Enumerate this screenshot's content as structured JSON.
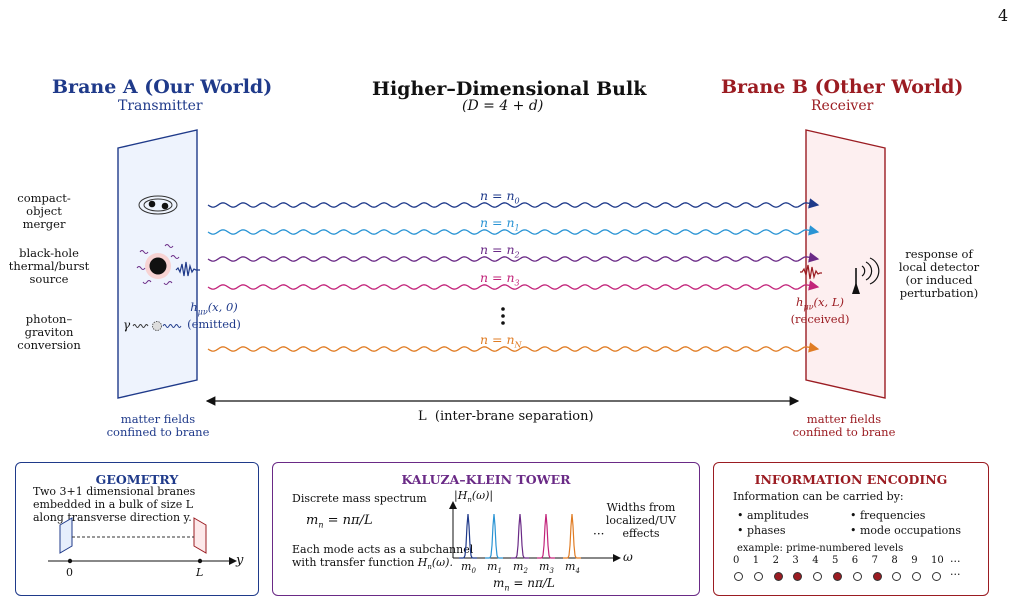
{
  "page_number": "4",
  "brane_a": {
    "title": "Brane A (Our World)",
    "subtitle": "Transmitter",
    "caption_line1": "matter fields",
    "caption_line2": "confined to brane"
  },
  "bulk": {
    "title": "Higher–Dimensional Bulk",
    "subtitle": "(D = 4 + d)",
    "separation": "L  (inter-brane separation)"
  },
  "brane_b": {
    "title": "Brane B (Other World)",
    "subtitle": "Receiver",
    "caption_line1": "matter fields",
    "caption_line2": "confined to brane"
  },
  "sources": {
    "merger": [
      "compact-object",
      "merger"
    ],
    "blackhole": [
      "black-hole",
      "thermal/burst",
      "source"
    ],
    "conversion": [
      "photon–graviton",
      "conversion"
    ],
    "gamma": "γ"
  },
  "emitted": {
    "symbol": "h",
    "sub": "μν",
    "arg": "(x, 0)",
    "note": "(emitted)"
  },
  "received": {
    "symbol": "h",
    "sub": "μν",
    "arg": "(x, L)",
    "note": "(received)"
  },
  "detector": [
    "response of",
    "local detector",
    "(or induced",
    "perturbation)"
  ],
  "modes": [
    {
      "label": "n = n",
      "sub": "0",
      "color": "#1f3a8a"
    },
    {
      "label": "n = n",
      "sub": "1",
      "color": "#2a94d4"
    },
    {
      "label": "n = n",
      "sub": "2",
      "color": "#6a2a86"
    },
    {
      "label": "n = n",
      "sub": "3",
      "color": "#c2247a"
    },
    {
      "label": "n = n",
      "sub": "N",
      "color": "#e07c24"
    }
  ],
  "geometry": {
    "title": "GEOMETRY",
    "text": [
      "Two 3+1 dimensional branes",
      "embedded in a bulk of size L",
      "along transverse direction y."
    ],
    "axis_y": "y",
    "tick_0": "0",
    "tick_L": "L"
  },
  "kk": {
    "title": "KALUZA–KLEIN TOWER",
    "spectrum_label": "Discrete mass spectrum",
    "formula": "mn = nπ/L",
    "subchannel": [
      "Each mode acts as a subchannel",
      "with transfer function Hn(ω)."
    ],
    "plot_ylabel": "|Hn(ω)|",
    "plot_xlabel": "ω",
    "peaks": [
      "m0",
      "m1",
      "m2",
      "m3",
      "m4"
    ],
    "ellipsis": "···",
    "widths": [
      "Widths from",
      "localized/UV effects"
    ],
    "bottom_formula": "mn = nπ/L"
  },
  "info": {
    "title": "INFORMATION ENCODING",
    "intro": "Information can be carried by:",
    "bullets": [
      "• amplitudes",
      "• frequencies",
      "• phases",
      "• mode occupations"
    ],
    "example": "example: prime-numbered levels",
    "levels": [
      "0",
      "1",
      "2",
      "3",
      "4",
      "5",
      "6",
      "7",
      "8",
      "9",
      "10"
    ],
    "filled": [
      false,
      false,
      true,
      true,
      false,
      true,
      false,
      true,
      false,
      false,
      false
    ],
    "more": "···"
  }
}
